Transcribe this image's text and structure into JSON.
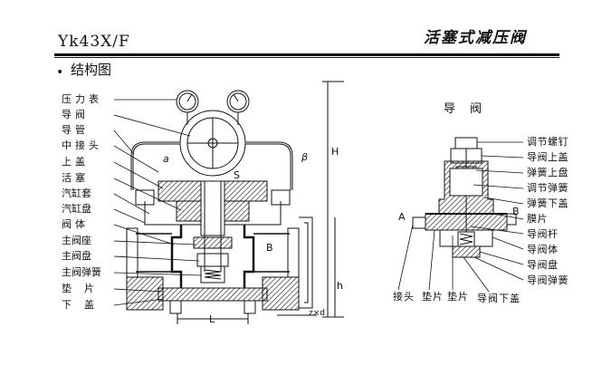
{
  "header": {
    "model": "Yk43X/F",
    "product_name": "活塞式减压阀",
    "bullet": "•",
    "section_title": "结构图"
  },
  "main_diagram": {
    "labels": [
      "压力表",
      "导阀",
      "导管",
      "中接头",
      "上盖",
      "活塞",
      "汽缸套",
      "汽缸盘",
      "阀体",
      "主阀座",
      "主阀盘",
      "主阀弹簧",
      "垫片",
      "下盖"
    ],
    "letters": {
      "a": "a",
      "s": "S",
      "b": "B",
      "beta": "β",
      "height": "H",
      "h": "h",
      "length": "L",
      "zd": "z×d"
    }
  },
  "pilot_valve": {
    "title": "导阀",
    "right_labels": [
      "调节螺钉",
      "导阀上盖",
      "弹簧上盘",
      "调节弹簧",
      "弹簧下盖",
      "膜片",
      "导阀杆",
      "导阀体",
      "导阀盘",
      "导阀弹簧"
    ],
    "bottom_labels": [
      "接头",
      "垫片",
      "垫片",
      "导阀下盖"
    ],
    "letters": {
      "a": "A",
      "b": "B"
    }
  }
}
